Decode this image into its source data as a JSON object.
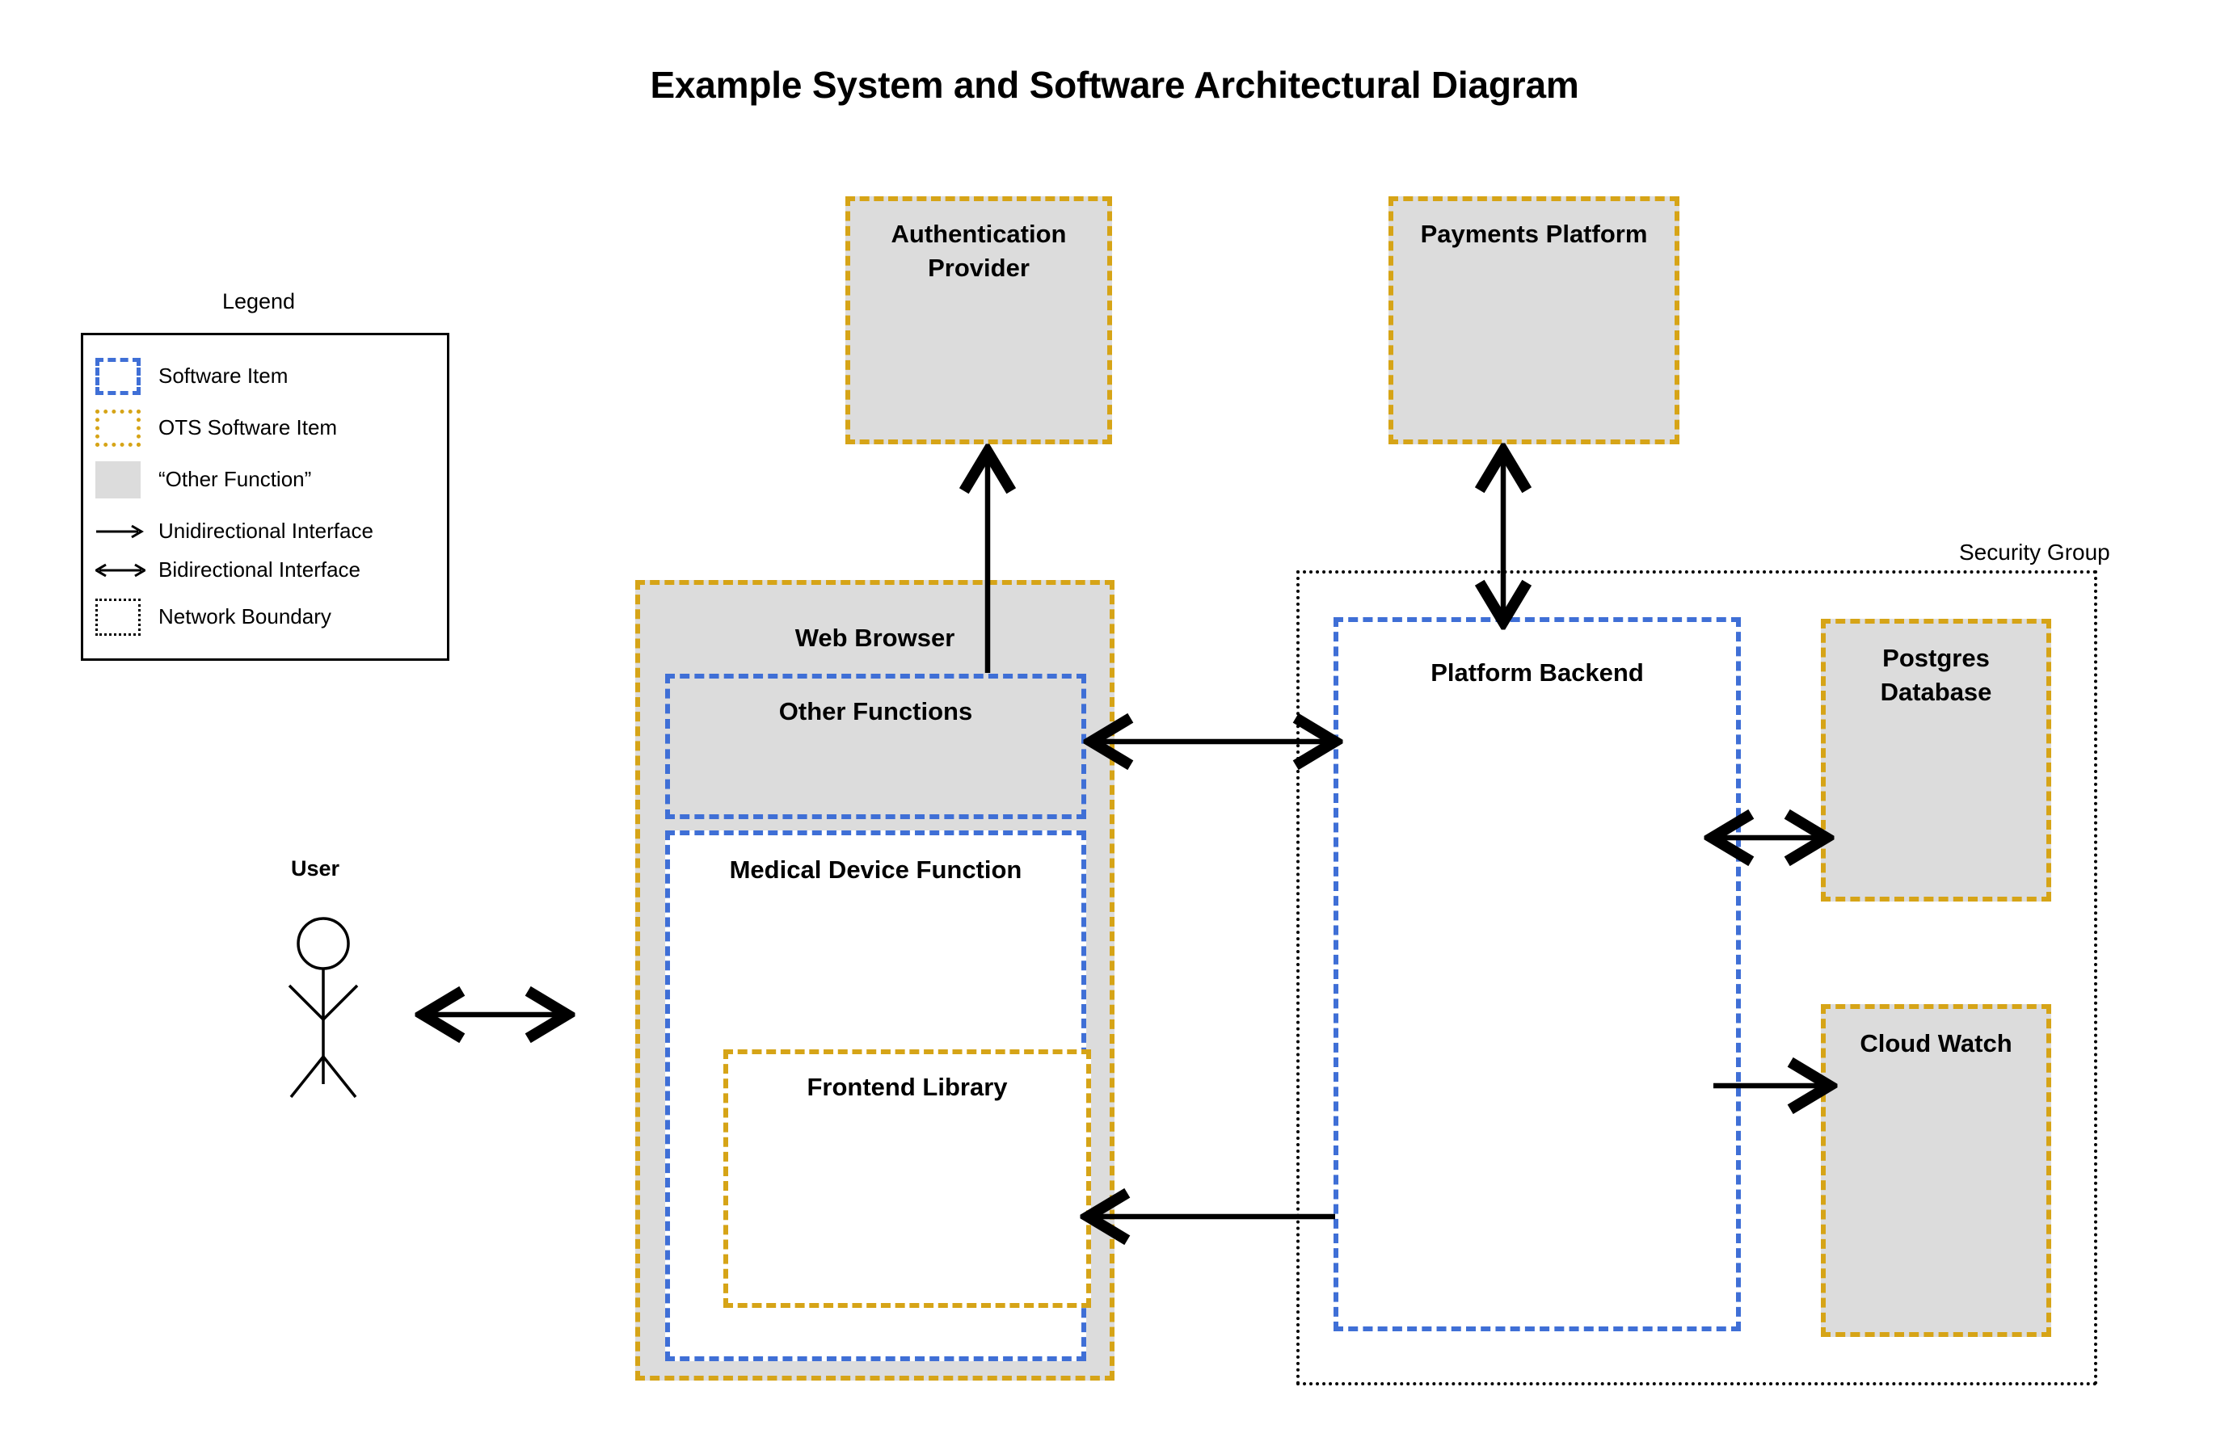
{
  "title": "Example System and Software Architectural Diagram",
  "legend": {
    "heading": "Legend",
    "items": [
      {
        "icon": "software-item-swatch",
        "label": "Software Item"
      },
      {
        "icon": "ots-software-item-swatch",
        "label": "OTS Software Item"
      },
      {
        "icon": "other-function-swatch",
        "label": "“Other Function”"
      },
      {
        "icon": "unidirectional-arrow-icon",
        "label": "Unidirectional Interface"
      },
      {
        "icon": "bidirectional-arrow-icon",
        "label": "Bidirectional Interface"
      },
      {
        "icon": "network-boundary-swatch",
        "label": "Network Boundary"
      }
    ]
  },
  "actor": {
    "name": "User",
    "icon": "stick-figure-icon"
  },
  "boundaries": {
    "security_group": "Security Group"
  },
  "nodes": {
    "authentication_provider": "Authentication\nProvider",
    "authentication_provider_line1": "Authentication",
    "authentication_provider_line2": "Provider",
    "payments_platform": "Payments Platform",
    "web_browser": "Web Browser",
    "other_functions": "Other Functions",
    "medical_device_function": "Medical Device Function",
    "frontend_library": "Frontend Library",
    "platform_backend": "Platform Backend",
    "postgres_database_line1": "Postgres",
    "postgres_database_line2": "Database",
    "cloud_watch": "Cloud Watch"
  },
  "colors": {
    "software_item": "#3f6fd6",
    "ots_software_item": "#d6a417",
    "other_function_fill": "#dcdcdc",
    "network_boundary": "#000000",
    "background": "#ffffff"
  },
  "edges": [
    {
      "from": "other-functions",
      "to": "authentication-provider",
      "kind": "unidirectional"
    },
    {
      "from": "payments-platform",
      "to": "platform-backend",
      "kind": "bidirectional"
    },
    {
      "from": "other-functions",
      "to": "platform-backend",
      "kind": "bidirectional"
    },
    {
      "from": "platform-backend",
      "to": "postgres-database",
      "kind": "bidirectional"
    },
    {
      "from": "platform-backend",
      "to": "cloud-watch",
      "kind": "unidirectional"
    },
    {
      "from": "platform-backend",
      "to": "medical-device-function",
      "kind": "unidirectional"
    },
    {
      "from": "user",
      "to": "web-browser",
      "kind": "bidirectional"
    }
  ]
}
